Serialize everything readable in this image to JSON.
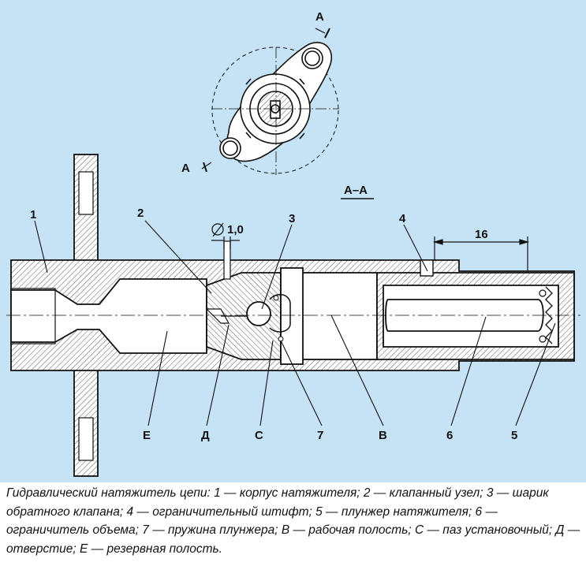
{
  "drawing": {
    "section_marker": "А",
    "section_title": "А–А",
    "dimension_diameter": "1,0",
    "dimension_length": "16",
    "callouts": {
      "n1": "1",
      "n2": "2",
      "n3": "3",
      "n4": "4",
      "n5": "5",
      "n6": "6",
      "n7": "7",
      "E": "Е",
      "D": "Д",
      "C": "С",
      "B": "В"
    }
  },
  "caption": "Гидравлический натяжитель цепи: 1 — корпус натяжителя; 2 — клапанный узел; 3 — шарик обратного клапана; 4 — ограничительный штифт; 5 — плунжер натяжителя; 6 — ограничитель объема; 7 — пружина плунжера; В — рабочая полость; С — паз установочный; Д — отверстие; Е — резервная полость."
}
